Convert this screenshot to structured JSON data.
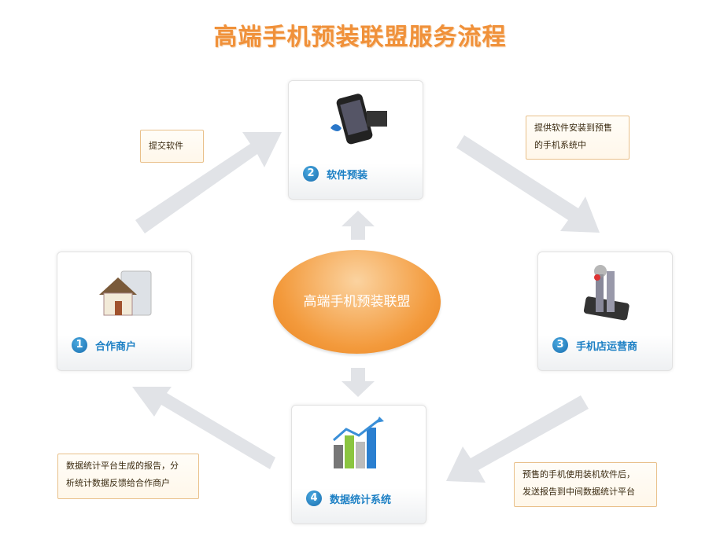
{
  "title": "高端手机预装联盟服务流程",
  "center_label": "高端手机预装联盟",
  "steps": [
    {
      "num": "1",
      "label": "合作商户",
      "icon": "house-folder-icon"
    },
    {
      "num": "2",
      "label": "软件预装",
      "icon": "phone-media-icon"
    },
    {
      "num": "3",
      "label": "手机店运营商",
      "icon": "phone-city-icon"
    },
    {
      "num": "4",
      "label": "数据统计系统",
      "icon": "bar-chart-icon"
    }
  ],
  "callouts": {
    "submit": "提交软件",
    "install": [
      "提供软件安装到预售",
      "的手机系统中"
    ],
    "report": [
      "预售的手机使用装机软件后，",
      "发送报告到中间数据统计平台"
    ],
    "feedback": [
      "数据统计平台生成的报告，分",
      "析统计数据反馈给合作商户"
    ]
  },
  "colors": {
    "accent": "#f0913a",
    "step_blue": "#1b7fc4",
    "arrow_gray": "#e0e2e6"
  }
}
